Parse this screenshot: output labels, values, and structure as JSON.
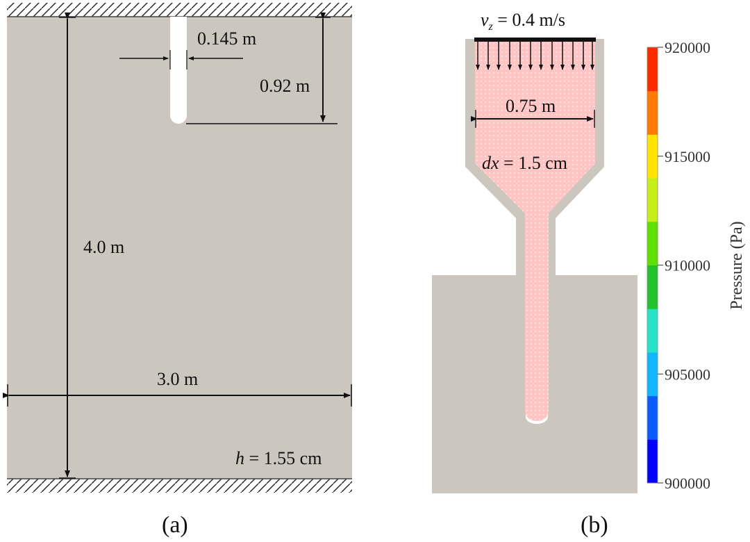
{
  "panel_a": {
    "caption": "(a)",
    "dim_width": "3.0 m",
    "dim_height": "4.0 m",
    "dim_slot_width": "0.145 m",
    "dim_slot_depth": "0.92 m",
    "thickness_var": "h",
    "thickness_value": " = 1.55 cm"
  },
  "panel_b": {
    "caption": "(b)",
    "velocity_var": "v",
    "velocity_sub": "z",
    "velocity_value": " = 0.4 m/s",
    "dim_width": "0.75 m",
    "spacing_var": "dx",
    "spacing_value": " = 1.5 cm"
  },
  "colorbar": {
    "title": "Pressure (Pa)",
    "min": 900000,
    "max": 920000,
    "tick_labels": [
      "920000",
      "915000",
      "910000",
      "905000",
      "900000"
    ],
    "colors": [
      "#0000ff",
      "#0a5cff",
      "#12b6ff",
      "#25e3c6",
      "#22c22c",
      "#5fe000",
      "#c6ef1a",
      "#ffe500",
      "#ff7b00",
      "#ff2a00"
    ]
  },
  "colors": {
    "solid": "#cbc7bf",
    "ink": "#111111"
  }
}
